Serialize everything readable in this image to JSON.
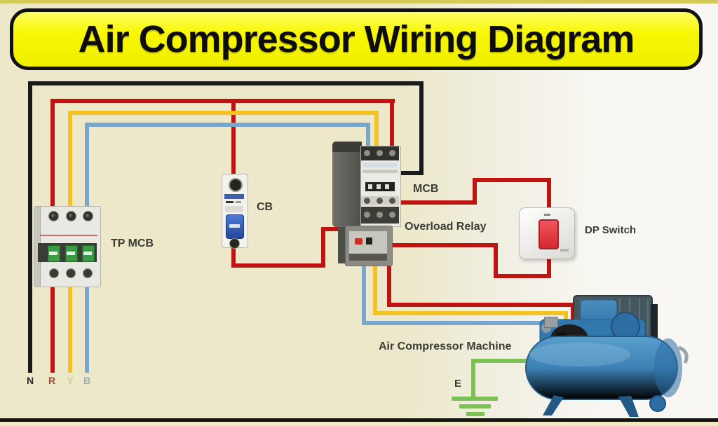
{
  "title": "Air Compressor Wiring Diagram",
  "components": {
    "tp_mcb": {
      "label": "TP MCB"
    },
    "cb": {
      "label": "CB"
    },
    "contactor": {
      "label": "MCB"
    },
    "overload_relay": {
      "label": "Overload Relay"
    },
    "dp_switch": {
      "label": "DP Switch"
    },
    "compressor": {
      "label": "Air Compressor Machine"
    },
    "earth": {
      "label": "E"
    }
  },
  "phases": [
    {
      "label": "N",
      "color": "#2a2a28"
    },
    {
      "label": "R",
      "color": "#a34532"
    },
    {
      "label": "Y",
      "color": "#d6c98f"
    },
    {
      "label": "B",
      "color": "#93aec4"
    }
  ],
  "colors": {
    "wire-black": "#1a1a1a",
    "wire-red": "#bf1412",
    "wire-yellow": "#f3c324",
    "wire-blue": "#79a6cf",
    "wire-green": "#7cc155",
    "banner-bg": "#f8f700",
    "banner-border": "#111111",
    "bg-left": "#ece8c9",
    "bg-right": "#f8f7f3",
    "label-ink": "#3c3c37"
  }
}
